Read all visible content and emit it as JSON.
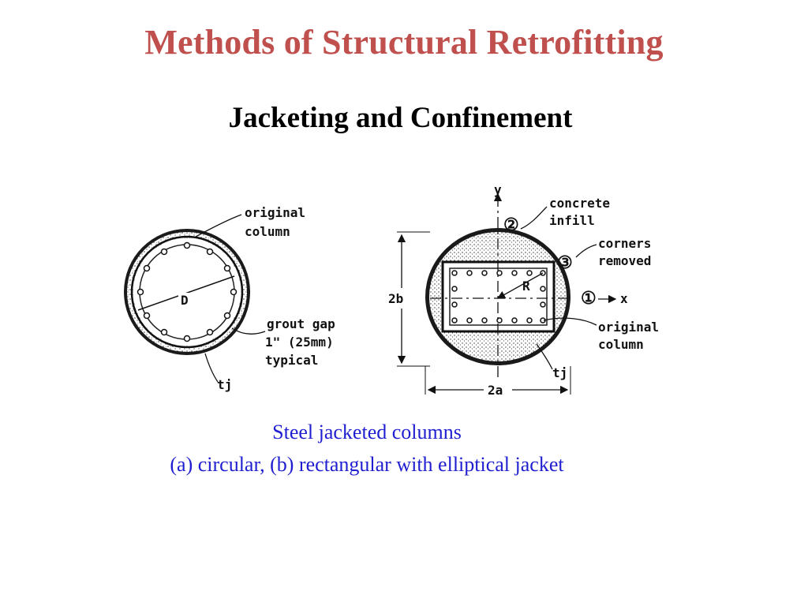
{
  "slide": {
    "title": "Methods of Structural Retrofitting",
    "subtitle": "Jacketing and Confinement"
  },
  "diagram": {
    "circular": {
      "label_original_column": [
        "original",
        "column"
      ],
      "label_d": "D",
      "label_grout": [
        "grout gap",
        "1\" (25mm)",
        "typical"
      ],
      "label_tj": "tj"
    },
    "rectangular": {
      "label_y": "y",
      "label_x": "x",
      "marker_1": "①",
      "marker_2": "②",
      "marker_3": "③",
      "label_concrete": [
        "concrete",
        "infill"
      ],
      "label_corners": [
        "corners",
        "removed"
      ],
      "label_original_column": [
        "original",
        "column"
      ],
      "label_r": "R",
      "label_2b": "2b",
      "label_2a": "2a",
      "label_tj": "tj"
    }
  },
  "caption": {
    "line1": "Steel jacketed columns",
    "line2": "(a) circular, (b) rectangular with elliptical jacket"
  }
}
